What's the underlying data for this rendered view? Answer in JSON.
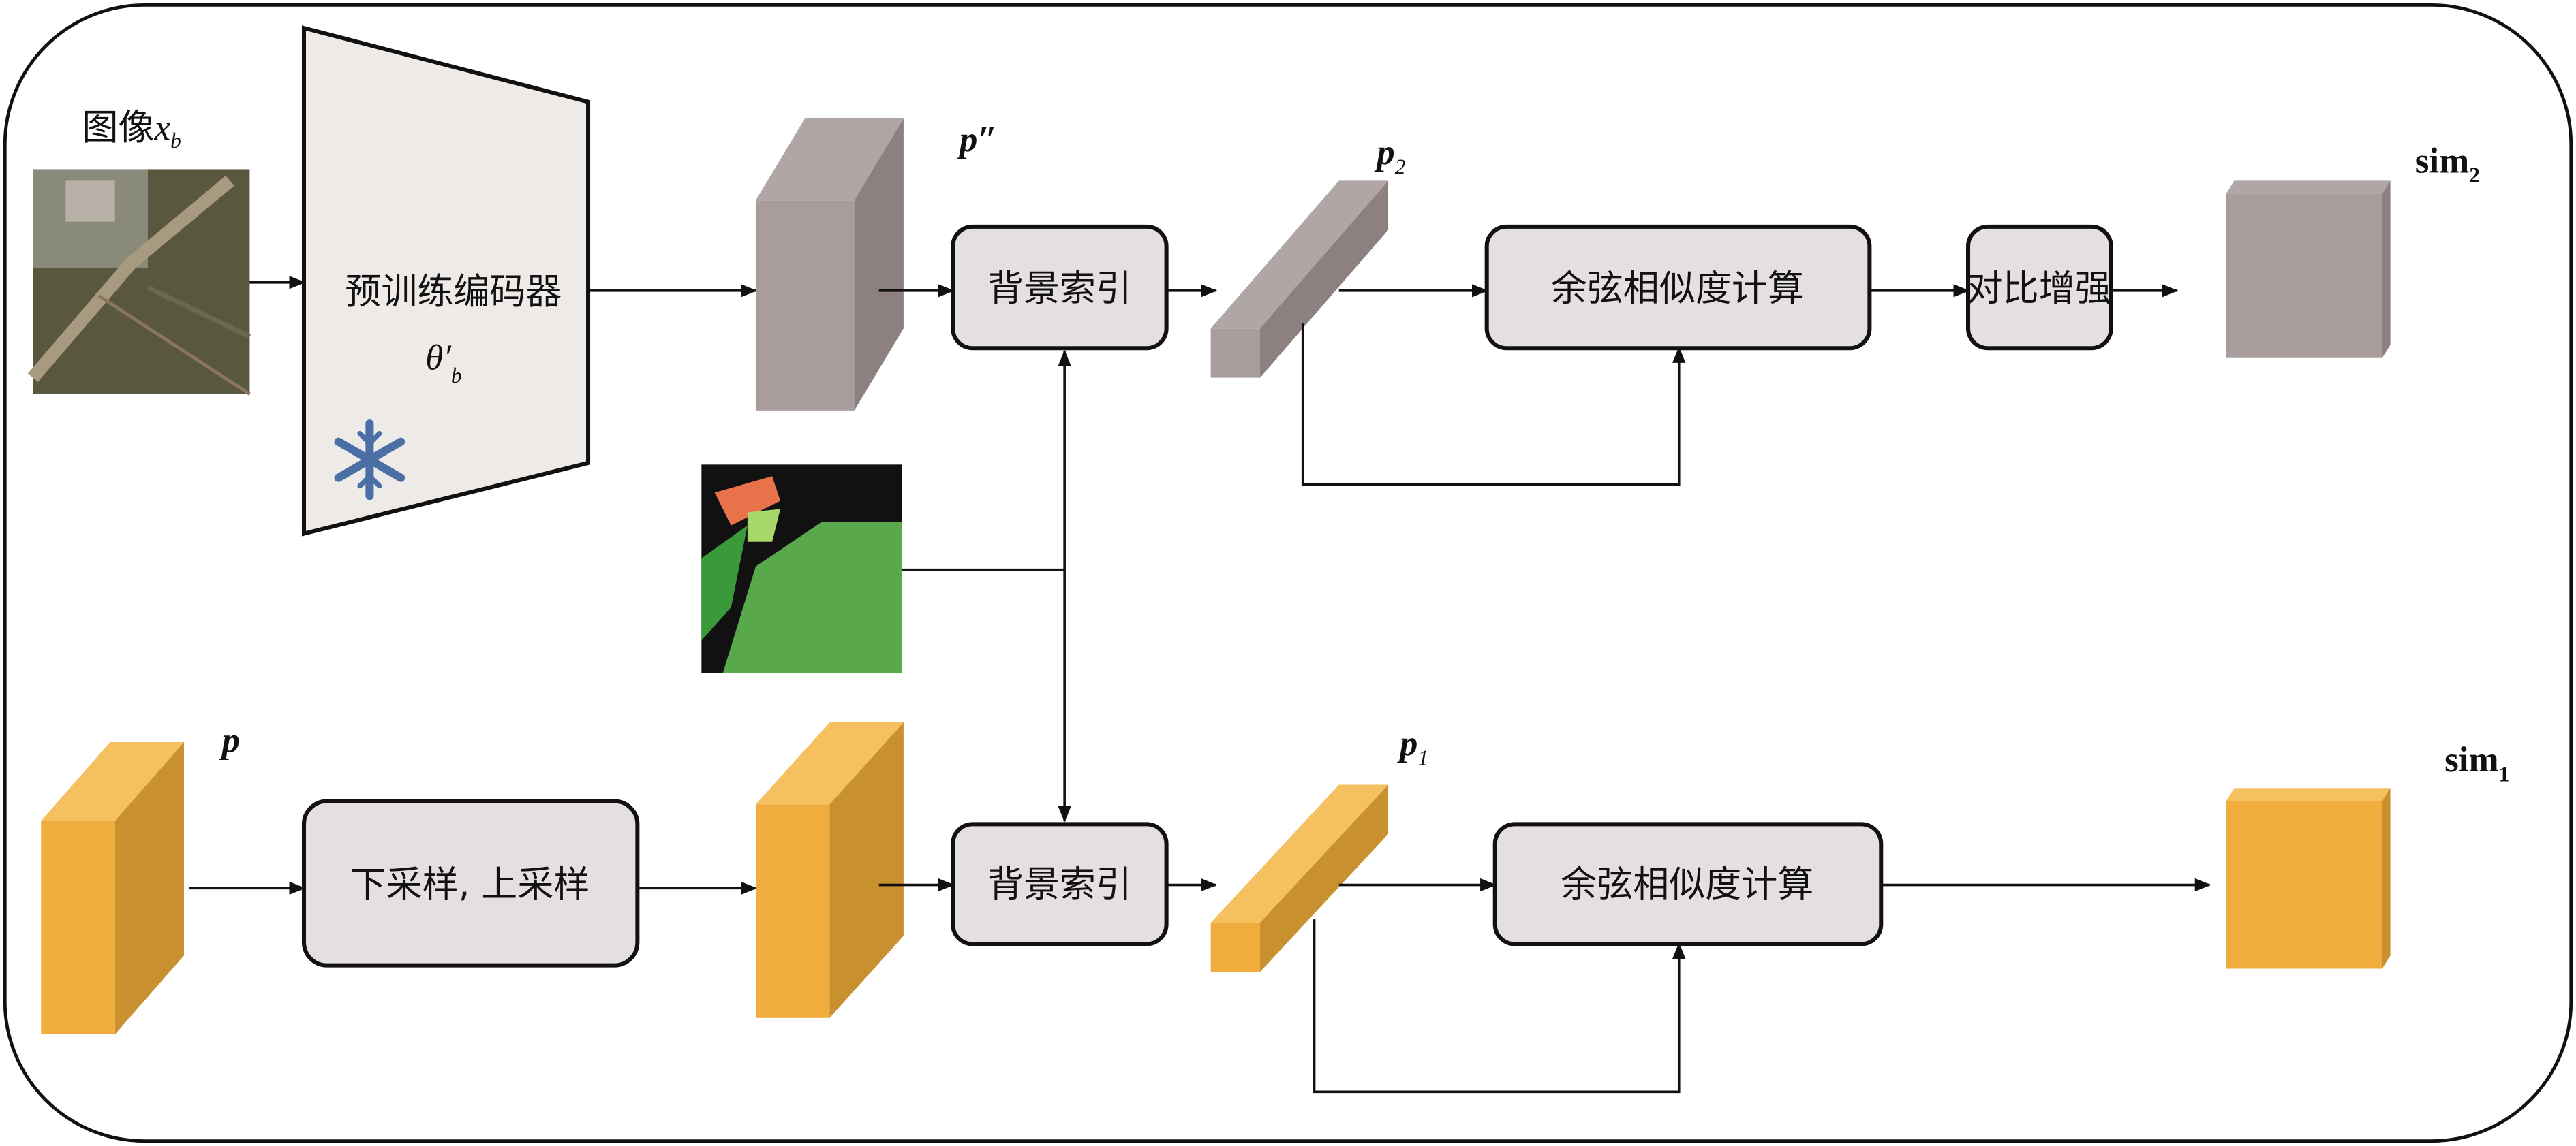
{
  "labels": {
    "image_prefix": "图像",
    "image_var": "x",
    "image_sub": "b",
    "encoder": "预训练编码器",
    "theta": "θ′",
    "theta_sub": "b",
    "p_double_prime": "p″",
    "p2": "p",
    "p2_sub": "2",
    "p1": "p",
    "p1_sub": "1",
    "p": "p",
    "sim2": "sim",
    "sim2_sub": "2",
    "sim1": "sim",
    "sim1_sub": "1"
  },
  "boxes": {
    "bg_index_top": "背景索引",
    "cosine_top": "余弦相似度计算",
    "contrast": "对比增强",
    "resample": "下采样, 上采样",
    "bg_index_bottom": "背景索引",
    "cosine_bottom": "余弦相似度计算"
  },
  "colors": {
    "gray_feature": "#a89c9c",
    "orange_feature": "#f0ac3c",
    "box_fill": "#e5e0df",
    "snowflake": "#4a6fa5",
    "seg_green": "#5aa84c"
  },
  "icons": {
    "frozen": "snowflake-icon"
  }
}
